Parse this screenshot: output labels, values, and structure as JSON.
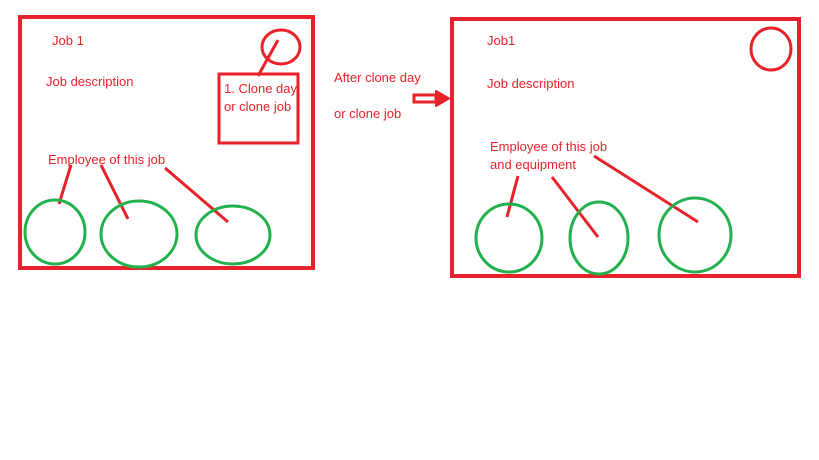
{
  "colors": {
    "red": "#e8212a",
    "green": "#22b14c",
    "background": "#ffffff"
  },
  "before": {
    "title": "Job 1",
    "description": "Job description",
    "popup": {
      "line1": "1. Clone day",
      "line2": "or clone job"
    },
    "employees_label": "Employee of this job"
  },
  "transition": {
    "line1": "After clone day",
    "line2": "or clone job",
    "arrow_icon": "right-arrow-icon"
  },
  "after": {
    "title": "Job1",
    "description": "Job description",
    "employees_label_line1": "Employee of this job",
    "employees_label_line2": "and equipment"
  }
}
